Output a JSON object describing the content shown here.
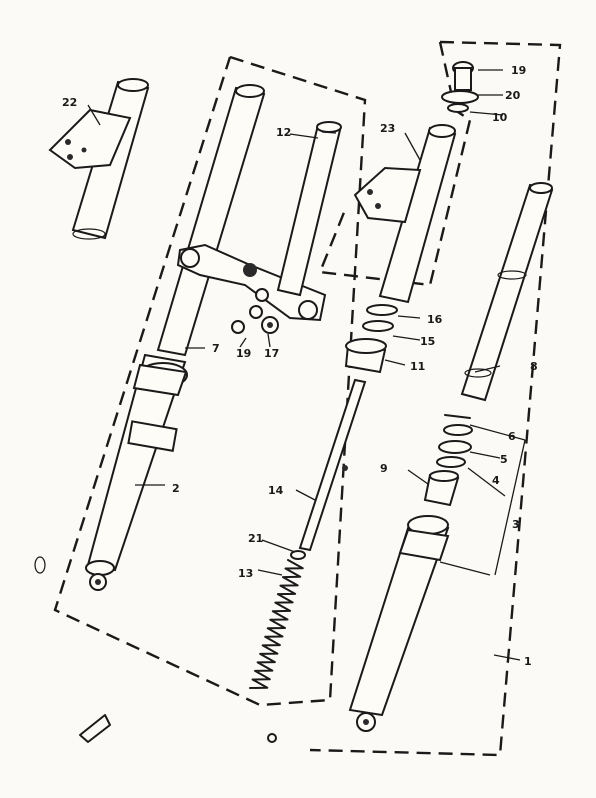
{
  "diagram": {
    "labels": {
      "p1": "1",
      "p2": "2",
      "p3": "3",
      "p4": "4",
      "p5": "5",
      "p6": "6",
      "p7": "7",
      "p8": "8",
      "p9": "9",
      "p10": "10",
      "p11": "11",
      "p12": "12",
      "p13": "13",
      "p14": "14",
      "p15": "15",
      "p16": "16",
      "p17": "17",
      "p19": "19",
      "p19b": "19",
      "p20": "20",
      "p21": "21",
      "p22": "22",
      "p23": "23"
    }
  }
}
